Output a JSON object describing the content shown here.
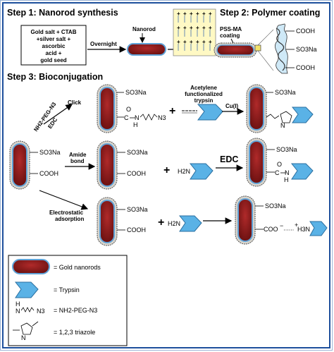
{
  "steps": {
    "step1": "Step 1: Nanorod synthesis",
    "step2": "Step 2: Polymer coating",
    "step3": "Step 3: Bioconjugation"
  },
  "synthesis": {
    "reagents": [
      "Gold salt + CTAB",
      "+silver salt +",
      "ascorbic",
      "acid +",
      "gold seed"
    ],
    "overnight": "Overnight",
    "nanorod": "Nanorod",
    "pss_ma": [
      "PSS-MA",
      "coating"
    ],
    "plus_sign": "+"
  },
  "polymer": {
    "group_top": "COOH",
    "group_mid": "SO3Na",
    "group_bot": "COOH"
  },
  "reaction": {
    "nh2_peg_n3": "NH2-PEG-N3",
    "edc": "EDC",
    "click": "Click",
    "acetylene": [
      "Acetylene",
      "functionalized",
      "trypsin"
    ],
    "cu": "Cu(I)",
    "amide": [
      "Amide",
      "bond"
    ],
    "edc2": "EDC",
    "electrostatic": [
      "Electrostatic",
      "adsorption"
    ],
    "so3na": "SO3Na",
    "cooh": "COOH",
    "h2n": "H2N",
    "coo_minus": "COO",
    "h3n_plus": "H3N",
    "n3": "N3",
    "c_label": "C",
    "n_label": "N",
    "h_label": "H",
    "o_label": "O",
    "plus": "+"
  },
  "legend": {
    "items": [
      {
        "label": "= Gold nanorods"
      },
      {
        "label": "= Trypsin"
      },
      {
        "label": "= NH2-PEG-N3"
      },
      {
        "label": "= 1,2,3 triazole"
      }
    ]
  },
  "colors": {
    "rod_fill": "#8b1a1a",
    "rod_border": "#5fa3d8",
    "trypsin": "#5ab2e6",
    "frame": "#1d4f9c"
  }
}
